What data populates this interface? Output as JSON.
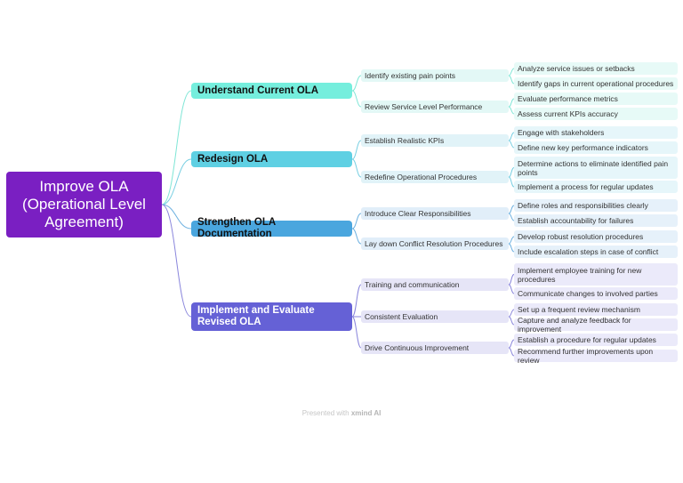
{
  "root": {
    "label": "Improve OLA (Operational Level Agreement)"
  },
  "colors": {
    "root": "#7a1fc2",
    "branches": [
      {
        "main_bg": "#75eedd",
        "main_text": "#111111",
        "sub_bg": "#e3f8f6",
        "leaf_bg": "#e7faf7",
        "line": "#7fe6d6"
      },
      {
        "main_bg": "#5fd0e3",
        "main_text": "#111111",
        "sub_bg": "#e1f3f8",
        "leaf_bg": "#e6f6fa",
        "line": "#78cfe2"
      },
      {
        "main_bg": "#4aa6de",
        "main_text": "#111111",
        "sub_bg": "#e1eef9",
        "leaf_bg": "#e6f1fa",
        "line": "#6cb0e0"
      },
      {
        "main_bg": "#6561d6",
        "main_text": "#ffffff",
        "sub_bg": "#e6e5f7",
        "leaf_bg": "#ebeafa",
        "line": "#8a86dc"
      }
    ]
  },
  "branches": [
    {
      "label": "Understand Current OLA",
      "subs": [
        {
          "label": "Identify existing pain points",
          "leaves": [
            "Analyze service issues or setbacks",
            "Identify gaps in current operational procedures"
          ]
        },
        {
          "label": "Review Service Level Performance",
          "leaves": [
            "Evaluate performance metrics",
            "Assess current KPIs accuracy"
          ]
        }
      ]
    },
    {
      "label": "Redesign OLA",
      "subs": [
        {
          "label": "Establish Realistic KPIs",
          "leaves": [
            "Engage with stakeholders",
            "Define new key performance indicators"
          ]
        },
        {
          "label": "Redefine Operational Procedures",
          "leaves": [
            "Determine actions to eliminate identified pain points",
            "Implement a process for regular updates"
          ]
        }
      ]
    },
    {
      "label": "Strengthen OLA Documentation",
      "subs": [
        {
          "label": "Introduce Clear Responsibilities",
          "leaves": [
            "Define roles and responsibilities clearly",
            "Establish accountability for failures"
          ]
        },
        {
          "label": "Lay down Conflict Resolution Procedures",
          "leaves": [
            "Develop robust resolution procedures",
            "Include escalation steps in case of conflict"
          ]
        }
      ]
    },
    {
      "label": "Implement and Evaluate Revised OLA",
      "subs": [
        {
          "label": "Training and communication",
          "leaves": [
            "Implement employee training for new procedures",
            "Communicate changes to involved parties"
          ]
        },
        {
          "label": "Consistent Evaluation",
          "leaves": [
            "Set up a frequent review mechanism",
            "Capture and analyze feedback for improvement"
          ]
        },
        {
          "label": "Drive Continuous Improvement",
          "leaves": [
            "Establish a procedure for regular updates",
            "Recommend further improvements upon review"
          ]
        }
      ]
    }
  ],
  "watermark": {
    "prefix": "Presented with ",
    "brand": "xmind AI"
  }
}
